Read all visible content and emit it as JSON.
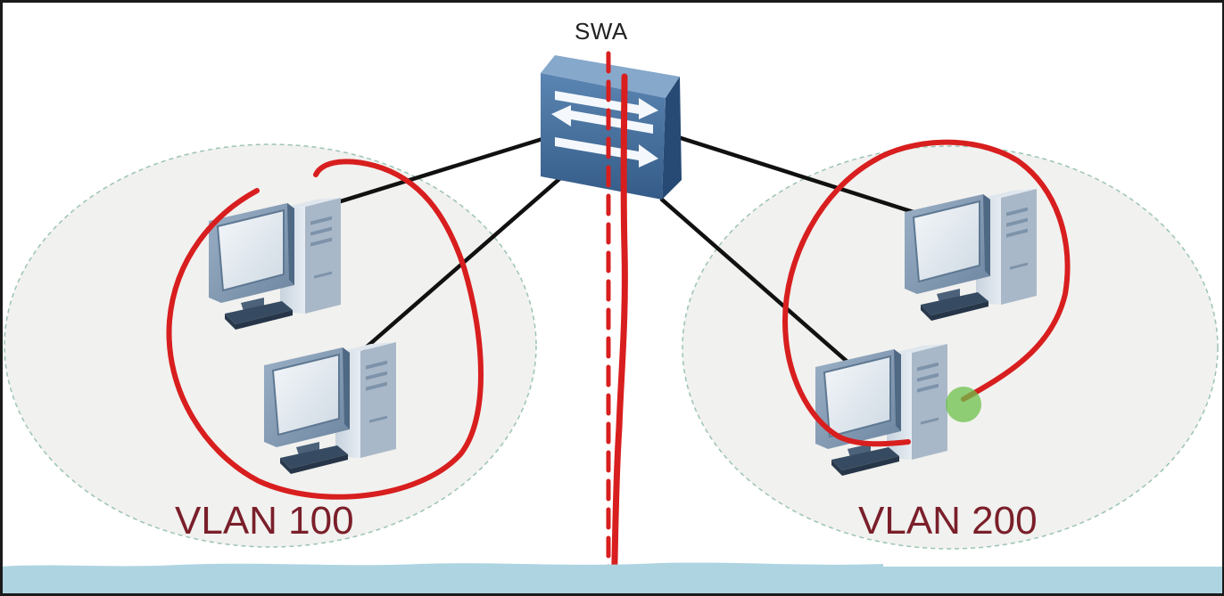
{
  "switch": {
    "label": "SWA",
    "icon": "switch-icon"
  },
  "vlans": [
    {
      "id": "vlan-100",
      "label": "VLAN 100"
    },
    {
      "id": "vlan-200",
      "label": "VLAN 200"
    }
  ],
  "pcs": [
    {
      "id": "pc-1",
      "vlan": "vlan-100",
      "icon": "desktop-computer-icon"
    },
    {
      "id": "pc-2",
      "vlan": "vlan-100",
      "icon": "desktop-computer-icon"
    },
    {
      "id": "pc-3",
      "vlan": "vlan-200",
      "icon": "desktop-computer-icon"
    },
    {
      "id": "pc-4",
      "vlan": "vlan-200",
      "icon": "desktop-computer-icon"
    }
  ],
  "colors": {
    "annotation": "#d81e1e",
    "vlan_label": "#7a1f2a",
    "zone_fill": "#f1f1ef",
    "zone_border": "#9cc4b3",
    "link": "#111111",
    "switch_body": "#3f6a9b",
    "cursor": "#6cc04a",
    "bottom_band": "#aed4e1"
  }
}
